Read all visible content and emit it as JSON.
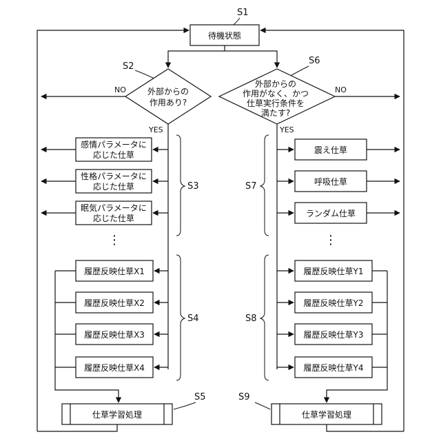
{
  "steps": {
    "s1": "S1",
    "s2": "S2",
    "s3": "S3",
    "s4": "S4",
    "s5": "S5",
    "s6": "S6",
    "s7": "S7",
    "s8": "S8",
    "s9": "S9"
  },
  "standby": "待機状態",
  "decision_left": [
    "外部からの",
    "作用あり?"
  ],
  "decision_right": [
    "外部からの",
    "作用がなく、かつ",
    "仕草実行条件を",
    "満たす?"
  ],
  "branch": {
    "yes": "YES",
    "no": "NO"
  },
  "left_gestures": [
    [
      "感情パラメータに",
      "応じた仕草"
    ],
    [
      "性格パラメータに",
      "応じた仕草"
    ],
    [
      "眠気パラメータに",
      "応じた仕草"
    ]
  ],
  "right_gestures": [
    "震え仕草",
    "呼吸仕草",
    "ランダム仕草"
  ],
  "history_left": [
    "履歴反映仕草X1",
    "履歴反映仕草X2",
    "履歴反映仕草X3",
    "履歴反映仕草X4"
  ],
  "history_right": [
    "履歴反映仕草Y1",
    "履歴反映仕草Y2",
    "履歴反映仕草Y3",
    "履歴反映仕草Y4"
  ],
  "learning_left": "仕草学習処理",
  "learning_right": "仕草学習処理",
  "ellipsis": "⋮"
}
